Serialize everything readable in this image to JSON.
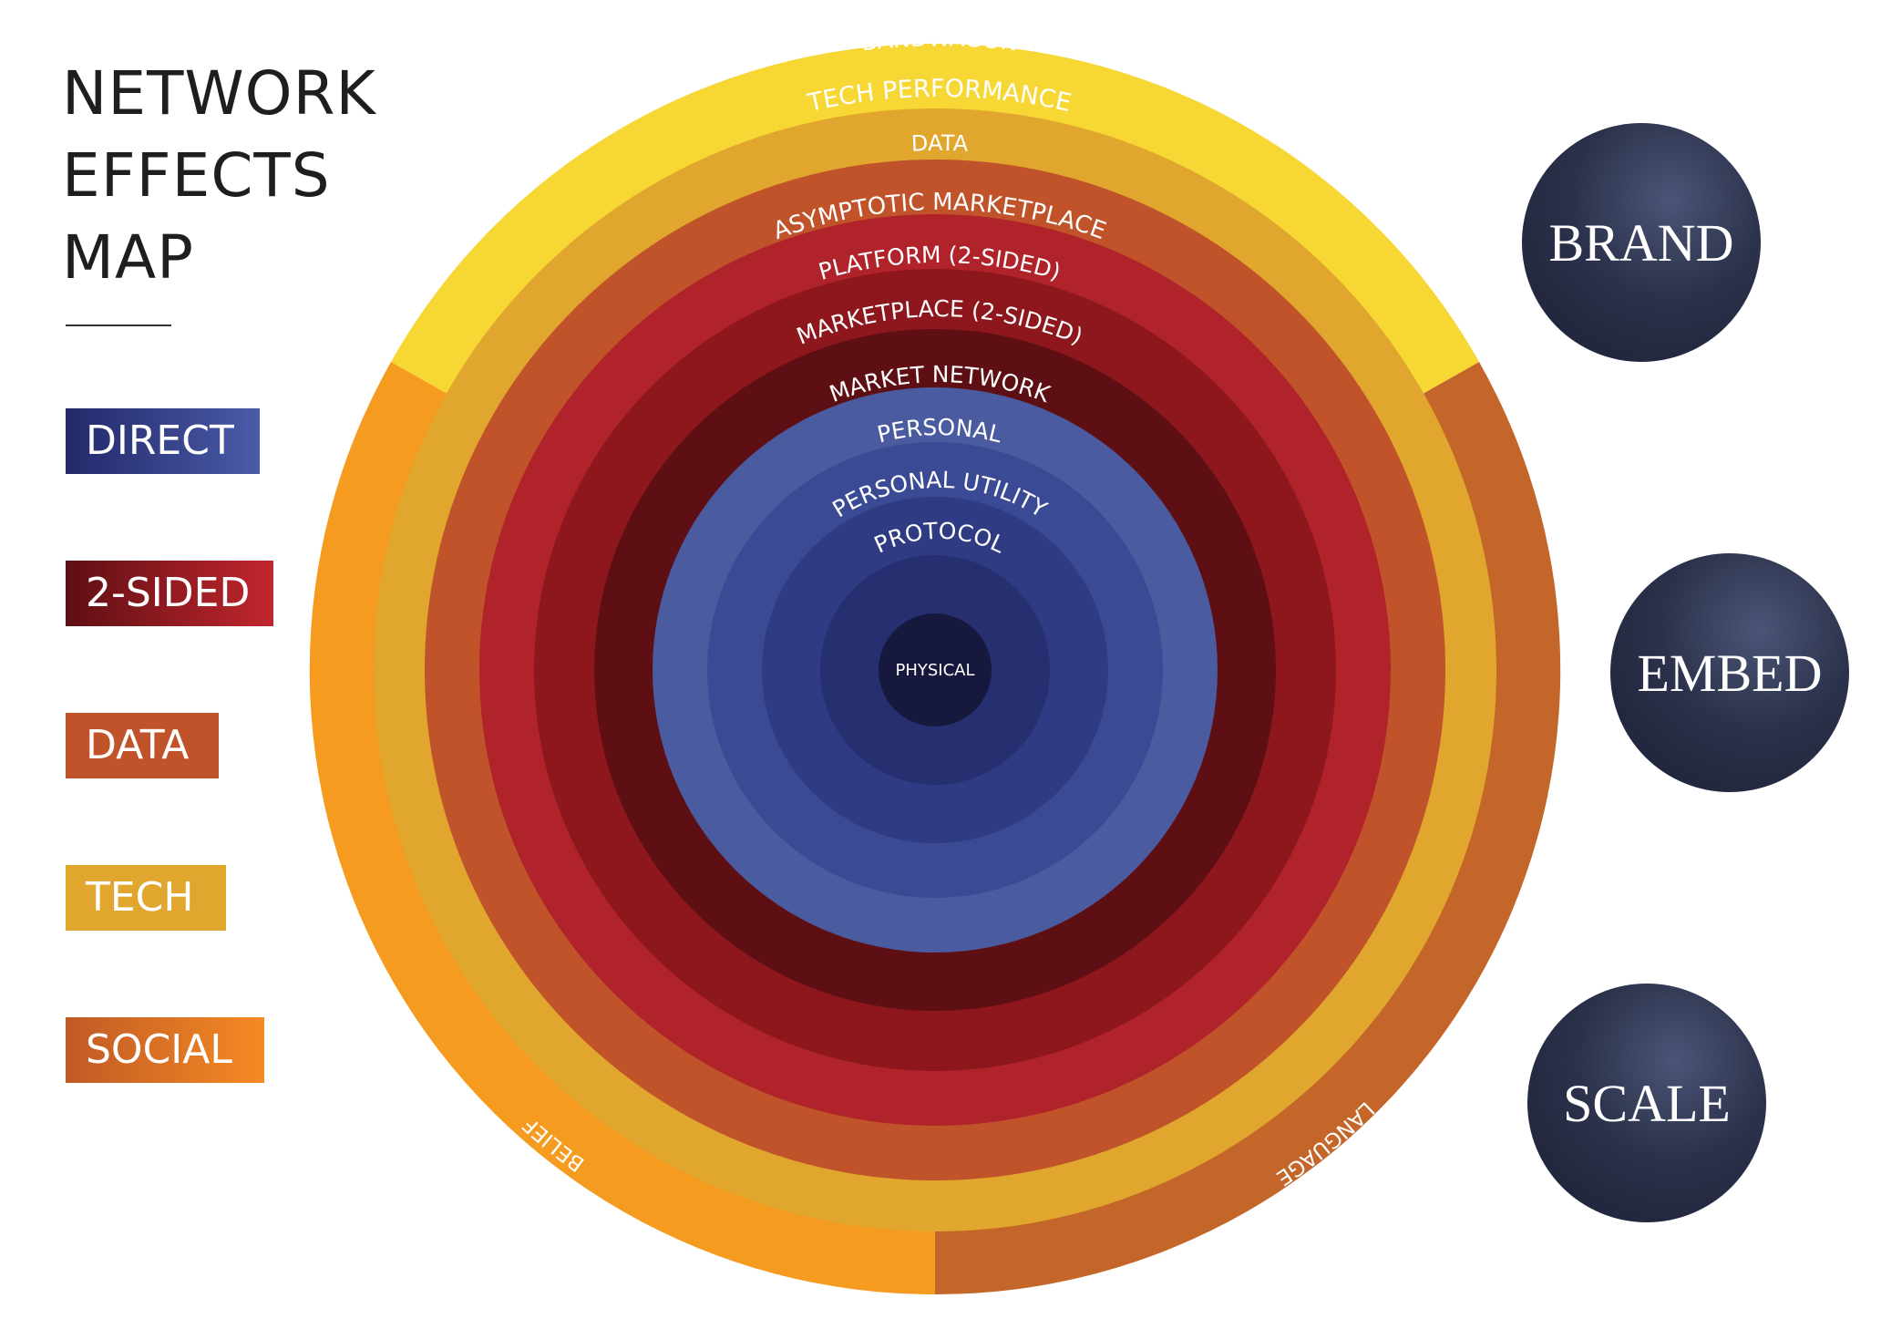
{
  "title": {
    "line1": "NETWORK",
    "line2": "EFFECTS",
    "line3": "MAP"
  },
  "legend": [
    {
      "label": "DIRECT",
      "from": "#23296a",
      "to": "#4a5ba8"
    },
    {
      "label": "2-SIDED",
      "from": "#5e0f14",
      "to": "#c2262d"
    },
    {
      "label": "DATA",
      "from": "#c0532a",
      "to": "#c0532a"
    },
    {
      "label": "TECH",
      "from": "#e0a62d",
      "to": "#e0a62d"
    },
    {
      "label": "SOCIAL",
      "from": "#c05a25",
      "to": "#f58a23"
    }
  ],
  "buttons": {
    "brand": "BRAND",
    "embed": "EMBED",
    "scale": "SCALE"
  },
  "rings": {
    "bandwagon": "BANDWAGON",
    "tech_performance": "TECH PERFORMANCE",
    "data": "DATA",
    "asymptotic_marketplace": "ASYMPTOTIC MARKETPLACE",
    "platform": "PLATFORM (2-SIDED)",
    "marketplace": "MARKETPLACE (2-SIDED)",
    "market_network": "MARKET NETWORK",
    "personal": "PERSONAL",
    "personal_utility": "PERSONAL UTILITY",
    "protocol": "PROTOCOL",
    "physical": "PHYSICAL",
    "belief": "BELIEF",
    "language": "LANGUAGE"
  },
  "colors": {
    "bandwagon": "#f7d733",
    "belief": "#f59b1f",
    "language": "#c4662a",
    "tech": "#e0a62d",
    "data": "#c0532a",
    "two_sided_1": "#b1232a",
    "two_sided_2": "#8d171d",
    "two_sided_3": "#5e0f14",
    "direct_1": "#4a5ba0",
    "direct_2": "#3b4a95",
    "direct_3": "#2f3b82",
    "direct_4": "#263071",
    "direct_5": "#1d2356",
    "physical": "#16183e",
    "text": "#ffffff"
  }
}
